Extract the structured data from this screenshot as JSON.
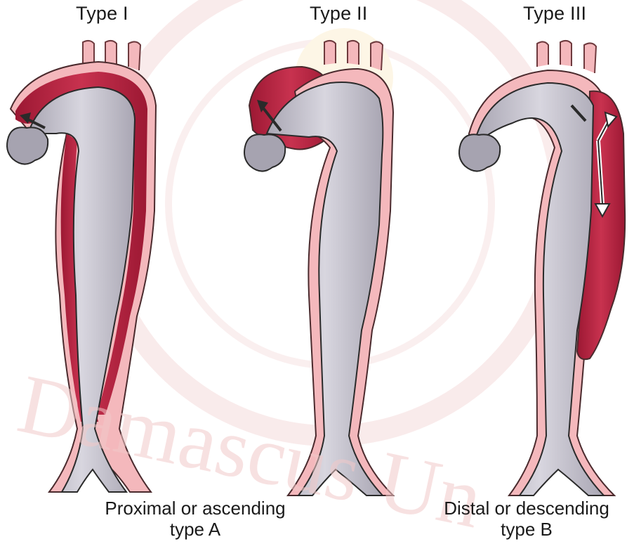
{
  "panels": [
    {
      "title": "Type I"
    },
    {
      "title": "Type II"
    },
    {
      "title": "Type III"
    }
  ],
  "captions": {
    "proximal": {
      "line1": "Proximal or ascending",
      "line2": "type A"
    },
    "distal": {
      "line1": "Distal or descending",
      "line2": "type B"
    }
  },
  "watermark": {
    "text": "Damascus University",
    "color": "#f2c9c9"
  },
  "colors": {
    "aortic_wall_pink": "#f4b8bc",
    "dissection_red": "#b5203f",
    "lumen_gray": "#b7b4c0",
    "lumen_light": "#d9d7e0",
    "outline": "#2a2a2a",
    "arrow_white": "#ffffff"
  }
}
